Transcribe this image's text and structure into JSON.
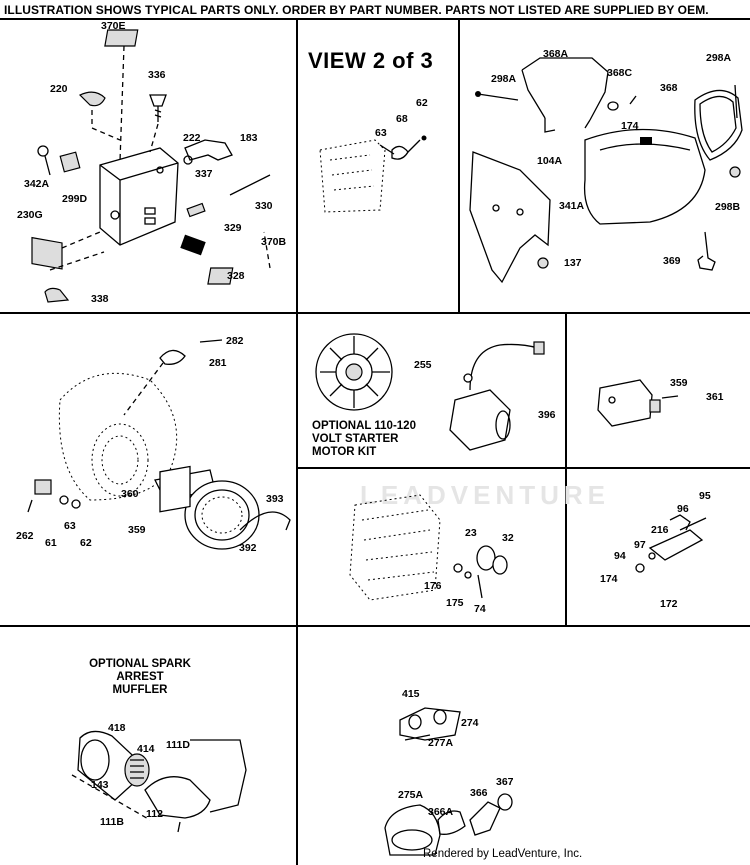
{
  "header": {
    "notice": "ILLUSTRATION SHOWS TYPICAL PARTS ONLY. ORDER BY PART NUMBER. PARTS NOT LISTED ARE SUPPLIED BY OEM."
  },
  "view_title": "VIEW 2 of 3",
  "captions": {
    "starter_kit": [
      "OPTIONAL 110-120",
      "VOLT STARTER",
      "MOTOR KIT"
    ],
    "spark_arrest": [
      "OPTIONAL SPARK ARREST",
      "MUFFLER"
    ]
  },
  "watermark": "LEADVENTURE",
  "footer": "Rendered by LeadVenture, Inc.",
  "parts": {
    "p370E": "370E",
    "p336": "336",
    "p220": "220",
    "p222": "222",
    "p183": "183",
    "p342A": "342A",
    "p299D": "299D",
    "p337": "337",
    "p330": "330",
    "p329": "329",
    "p230G": "230G",
    "p370B": "370B",
    "p328": "328",
    "p338": "338",
    "p62a": "62",
    "p68": "68",
    "p63a": "63",
    "p368A": "368A",
    "p298Aa": "298A",
    "p368C": "368C",
    "p298Ab": "298A",
    "p368": "368",
    "p174a": "174",
    "p104A": "104A",
    "p341A": "341A",
    "p298B": "298B",
    "p137": "137",
    "p369": "369",
    "p282": "282",
    "p281": "281",
    "p360": "360",
    "p393": "393",
    "p359a": "359",
    "p392": "392",
    "p262": "262",
    "p61": "61",
    "p63b": "63",
    "p62b": "62",
    "p255": "255",
    "p396": "396",
    "p359b": "359",
    "p361": "361",
    "p23": "23",
    "p32": "32",
    "p176": "176",
    "p175": "175",
    "p74": "74",
    "p96": "96",
    "p95": "95",
    "p216": "216",
    "p97": "97",
    "p94": "94",
    "p174b": "174",
    "p172": "172",
    "p418": "418",
    "p414": "414",
    "p111D": "111D",
    "p143": "143",
    "p112": "112",
    "p111B": "111B",
    "p415": "415",
    "p274": "274",
    "p277A": "277A",
    "p275A": "275A",
    "p366A": "366A",
    "p366": "366",
    "p367": "367"
  }
}
